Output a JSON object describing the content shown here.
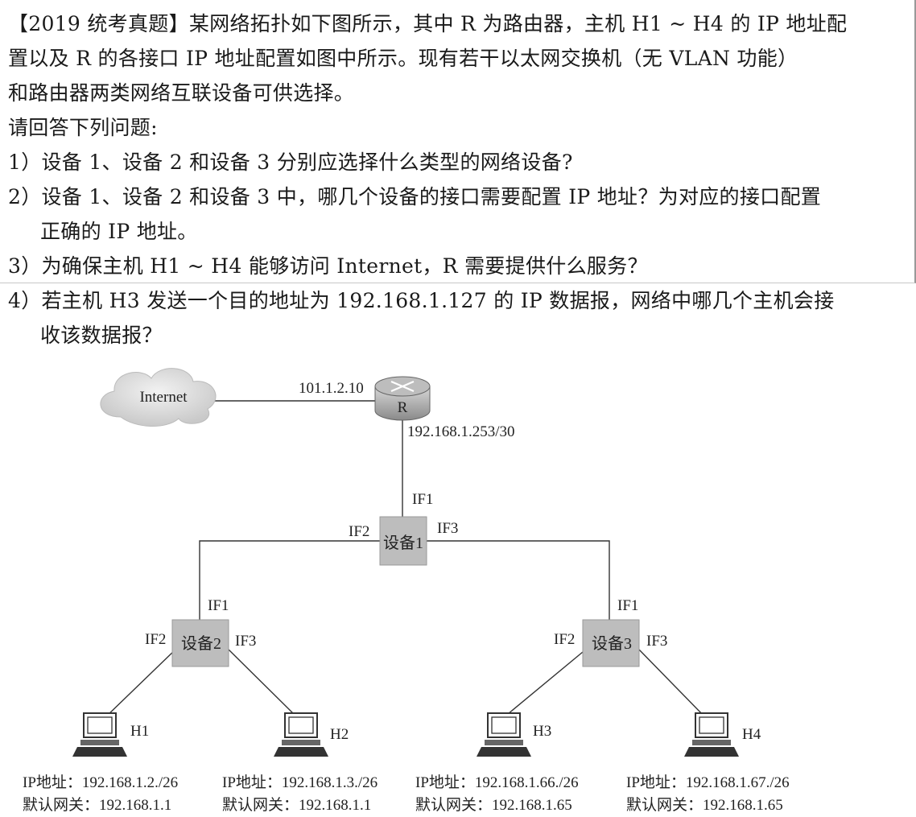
{
  "question": {
    "lines": [
      "【2019 统考真题】某网络拓扑如下图所示，其中 R 为路由器，主机 H1 ~ H4 的 IP 地址配",
      "置以及 R 的各接口 IP 地址配置如图中所示。现有若干以太网交换机（无 VLAN 功能）",
      "和路由器两类网络互联设备可供选择。",
      "请回答下列问题:",
      "1）设备 1、设备 2 和设备 3 分别应选择什么类型的网络设备?",
      "2）设备 1、设备 2 和设备 3 中，哪几个设备的接口需要配置 IP 地址？为对应的接口配置",
      "正确的 IP 地址。",
      "3）为确保主机 H1 ~ H4 能够访问 Internet，R 需要提供什么服务？",
      "4）若主机 H3 发送一个目的地址为 192.168.1.127 的 IP 数据报，网络中哪几个主机会接",
      "收该数据报？"
    ]
  },
  "diagram": {
    "internet_label": "Internet",
    "router_label": "R",
    "router_wan_ip": "101.1.2.10",
    "router_lan_ip": "192.168.1.253/30",
    "device1": {
      "label": "设备1",
      "if1": "IF1",
      "if2": "IF2",
      "if3": "IF3"
    },
    "device2": {
      "label": "设备2",
      "if1": "IF1",
      "if2": "IF2",
      "if3": "IF3"
    },
    "device3": {
      "label": "设备3",
      "if1": "IF1",
      "if2": "IF2",
      "if3": "IF3"
    },
    "hosts": [
      {
        "name": "H1",
        "ip": "IP地址：192.168.1.2./26",
        "gw": "默认网关：192.168.1.1"
      },
      {
        "name": "H2",
        "ip": "IP地址：192.168.1.3./26",
        "gw": "默认网关：192.168.1.1"
      },
      {
        "name": "H3",
        "ip": "IP地址：192.168.1.66./26",
        "gw": "默认网关：192.168.1.65"
      },
      {
        "name": "H4",
        "ip": "IP地址：192.168.1.67./26",
        "gw": "默认网关：192.168.1.65"
      }
    ]
  }
}
